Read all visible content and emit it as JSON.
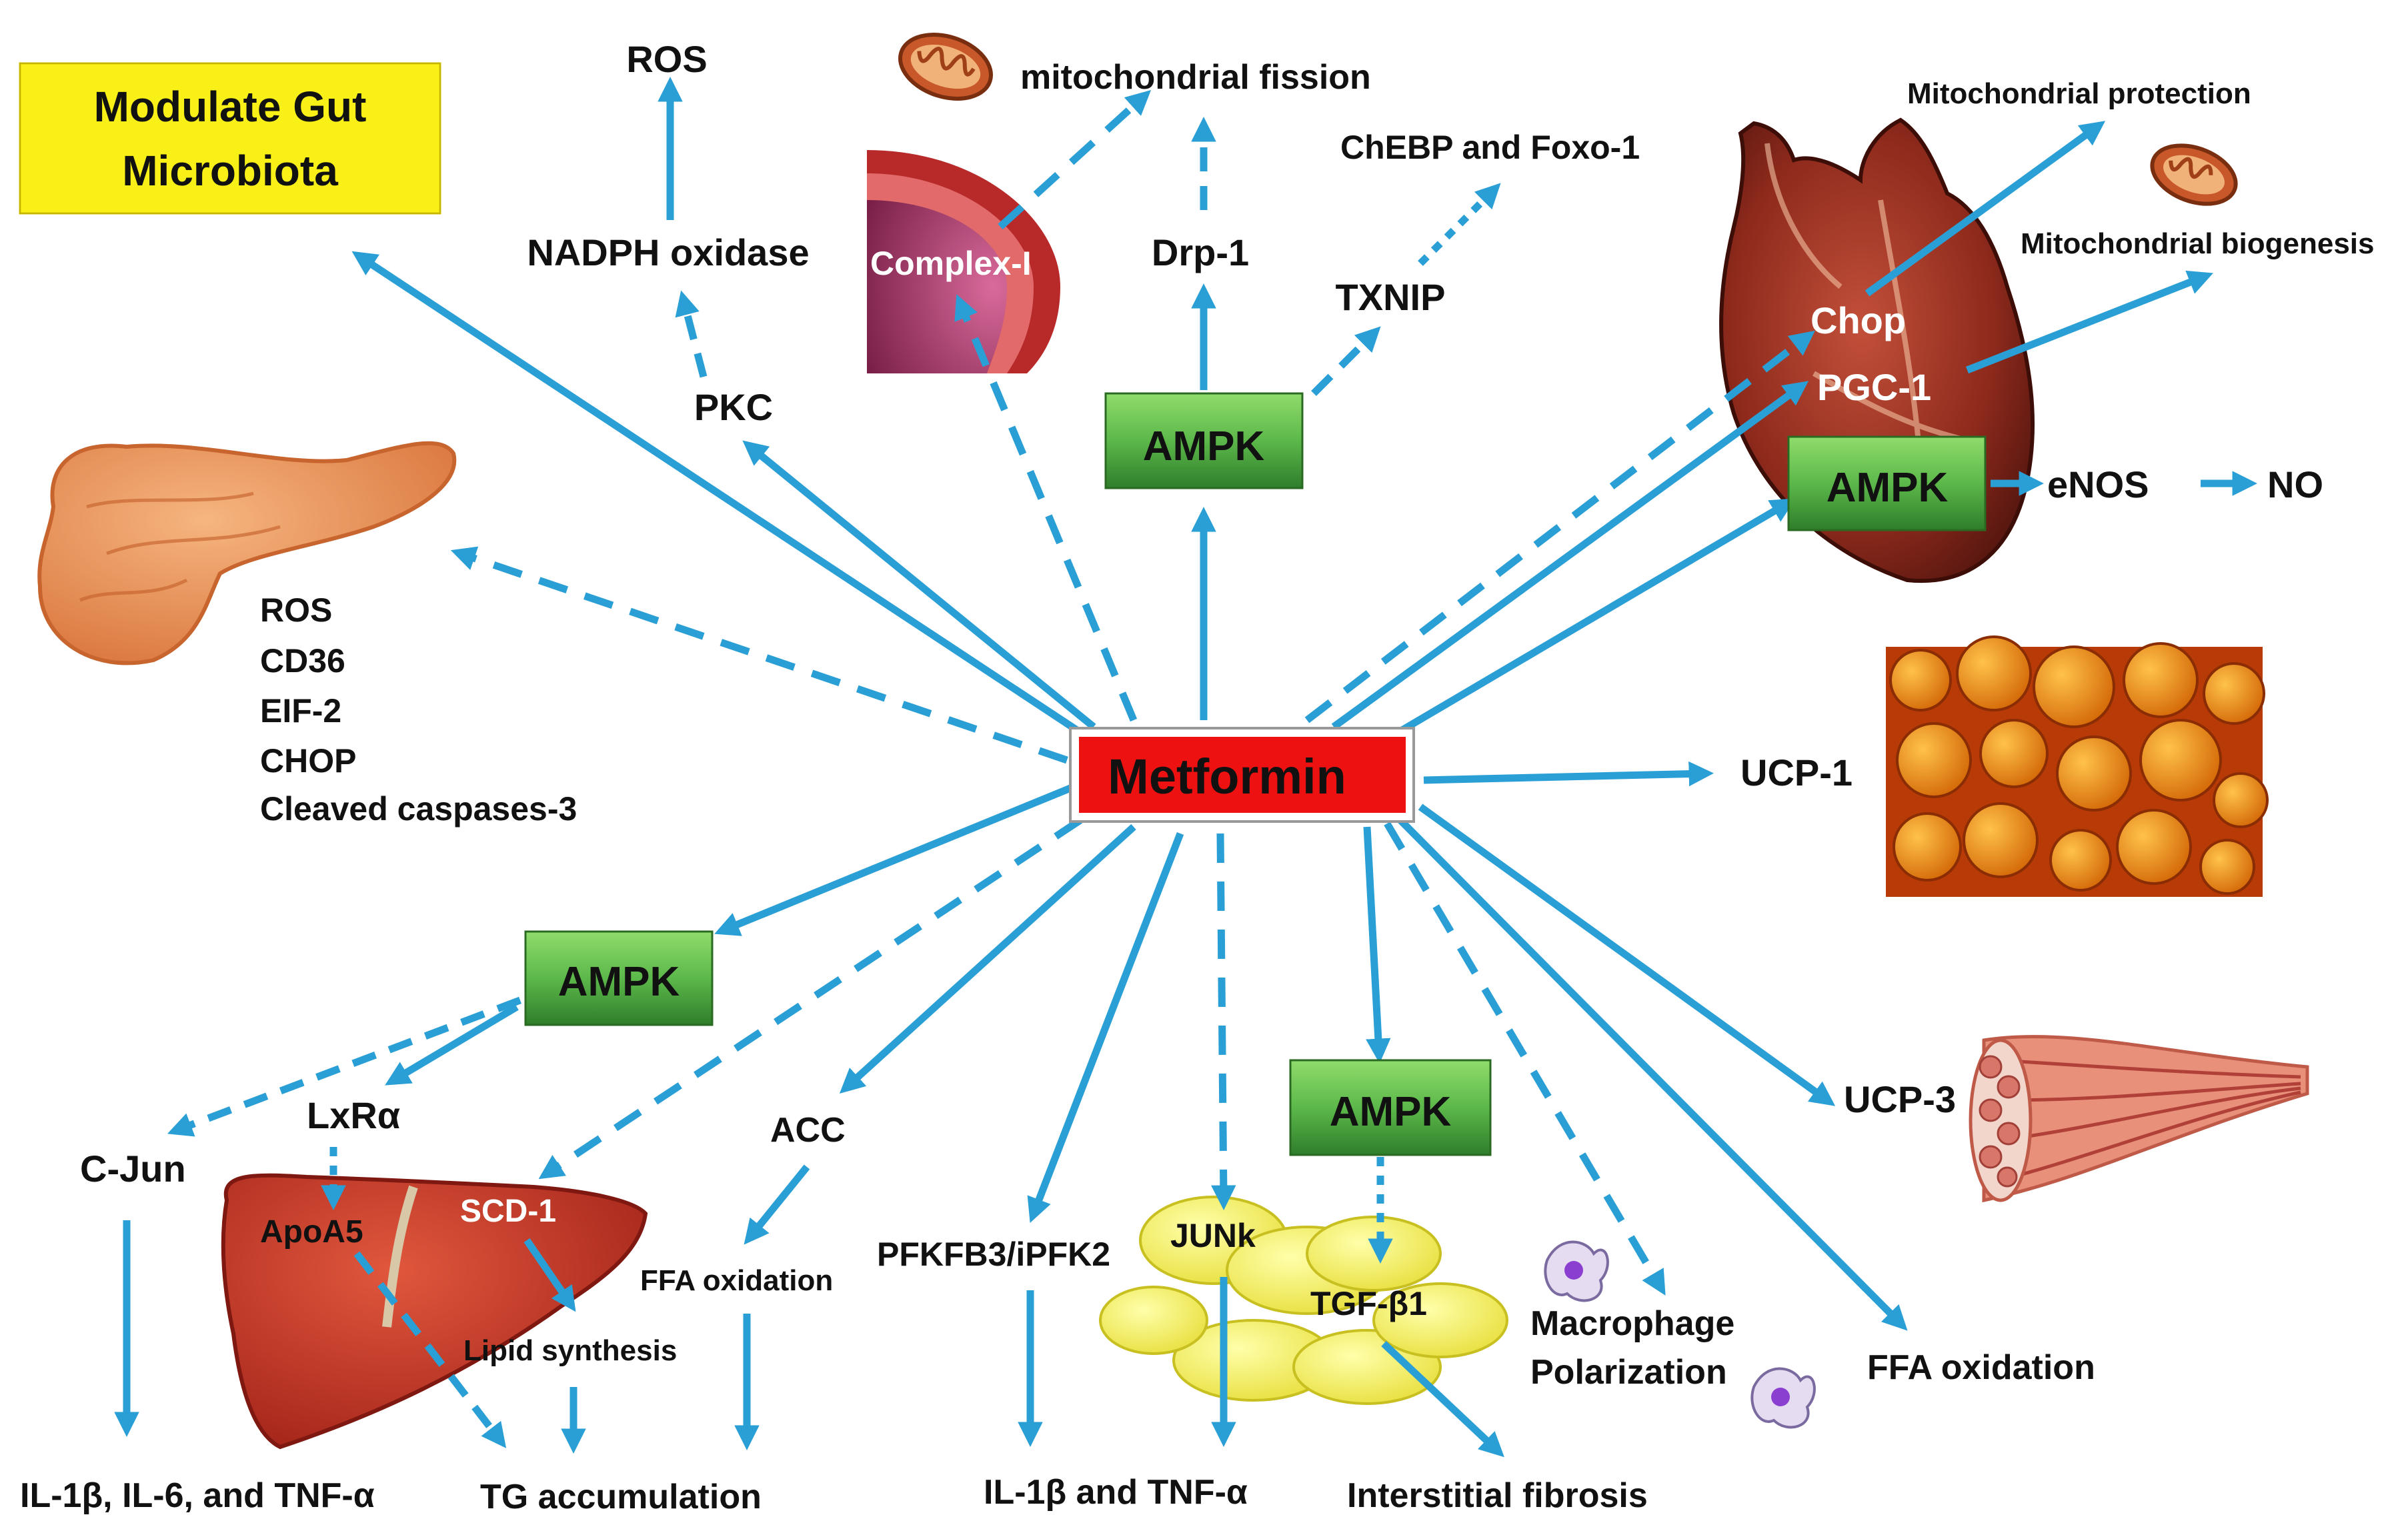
{
  "colors": {
    "arrow": "#2a9fd6",
    "center_box": "#ee1111",
    "ampk_box": "#5cb84a",
    "gut_box": "#f8f016"
  },
  "center": {
    "label": "Metformin"
  },
  "gut": {
    "line1": "Modulate Gut",
    "line2": "Microbiota"
  },
  "top_left": {
    "ros": "ROS",
    "nadph": "NADPH oxidase",
    "pkc": "PKC"
  },
  "top_middle": {
    "fission": "mitochondrial fission",
    "complex": "Complex-I",
    "drp": "Drp-1",
    "ampk": "AMPK",
    "txnip": "TXNIP",
    "chebp": "ChEBP and Foxo-1"
  },
  "heart": {
    "protection": "Mitochondrial protection",
    "biogenesis": "Mitochondrial biogenesis",
    "chop": "Chop",
    "pgc": "PGC-1",
    "ampk": "AMPK",
    "enos": "eNOS",
    "no": "NO"
  },
  "pancreas": {
    "items": [
      "ROS",
      "CD36",
      "EIF-2",
      "CHOP",
      "Cleaved caspases-3"
    ]
  },
  "fat": {
    "ucp1": "UCP-1"
  },
  "muscle": {
    "ucp3": "UCP-3",
    "ffa": "FFA oxidation"
  },
  "liver": {
    "ampk": "AMPK",
    "cjun": "C-Jun",
    "lxr": "LxRα",
    "apoa5": "ApoA5",
    "scd1": "SCD-1",
    "lipid": "Lipid synthesis",
    "il_list": "IL-1β, IL-6, and TNF-α",
    "tg": "TG accumulation",
    "acc": "ACC",
    "ffa": "FFA oxidation"
  },
  "bottom_middle": {
    "pfkfb": "PFKFB3/iPFK2",
    "il_tnf": "IL-1β and TNF-α",
    "junk": "JUNk",
    "ampk": "AMPK",
    "tgf": "TGF-β1",
    "fibrosis": "Interstitial fibrosis",
    "macro1": "Macrophage",
    "macro2": "Polarization"
  },
  "icons": [
    "mitochondrion-icon",
    "heart-illustration",
    "pancreas-illustration",
    "liver-illustration",
    "adipocyte-cluster",
    "muscle-fiber-illustration",
    "macrophage-icon"
  ]
}
